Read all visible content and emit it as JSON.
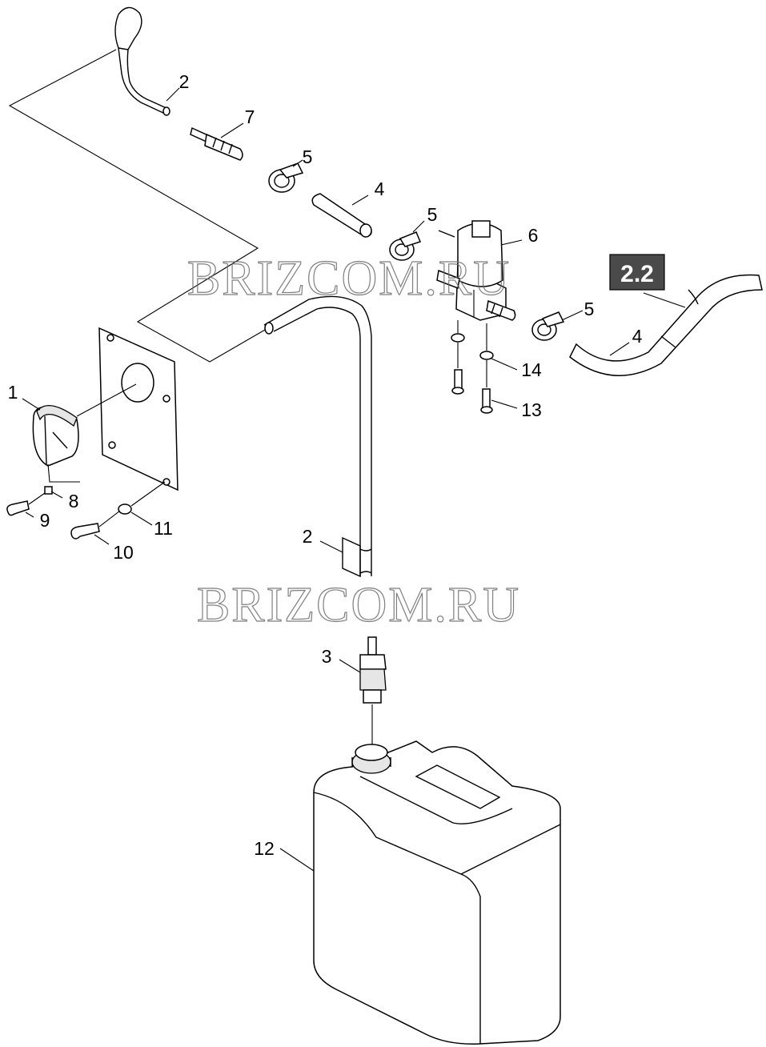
{
  "watermark": "BRIZCOM.RU",
  "ref_badge": "2.2",
  "labels": {
    "l1": "1",
    "l2a": "2",
    "l2b": "2",
    "l3": "3",
    "l4a": "4",
    "l4b": "4",
    "l5a": "5",
    "l5b": "5",
    "l5c": "5",
    "l6": "6",
    "l7": "7",
    "l8": "8",
    "l9": "9",
    "l10": "10",
    "l11": "11",
    "l12": "12",
    "l13": "13",
    "l14": "14"
  }
}
